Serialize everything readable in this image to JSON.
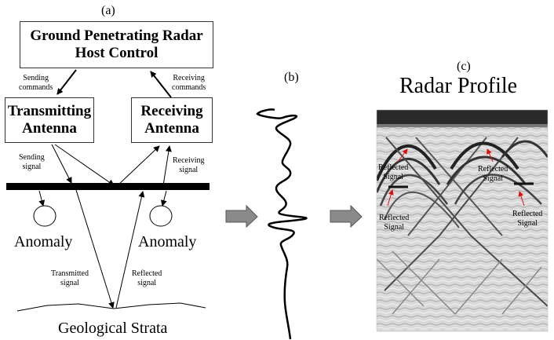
{
  "panels": {
    "a": "(a)",
    "b": "(b)",
    "c": "(c)"
  },
  "host_box": {
    "line1": "Ground Penetrating Radar",
    "line2": "Host Control"
  },
  "tx_box": {
    "line1": "Transmitting",
    "line2": "Antenna"
  },
  "rx_box": {
    "line1": "Receiving",
    "line2": "Antenna"
  },
  "arrow_labels": {
    "sending_commands": [
      "Sending",
      "commands"
    ],
    "receiving_commands": [
      "Receiving",
      "commands"
    ],
    "sending_signal": [
      "Sending",
      "signal"
    ],
    "receiving_signal": [
      "Receiving",
      "signal"
    ],
    "transmitted_signal": [
      "Transmitted",
      "signal"
    ],
    "reflected_signal": [
      "Reflected",
      "signal"
    ]
  },
  "anomaly_left": "Anomaly",
  "anomaly_right": "Anomaly",
  "strata": "Geological Strata",
  "radar_profile_title": "Radar Profile",
  "profile_annotations": [
    [
      "Reflected",
      "Signal"
    ],
    [
      "Reflected",
      "Signal"
    ],
    [
      "Reflected",
      "Signal"
    ],
    [
      "Reflected",
      "Signal"
    ]
  ],
  "colors": {
    "arrow_gray": "#8a8a8a",
    "annotation_red": "#e01010",
    "profile_bg": "#d8d8d8"
  }
}
